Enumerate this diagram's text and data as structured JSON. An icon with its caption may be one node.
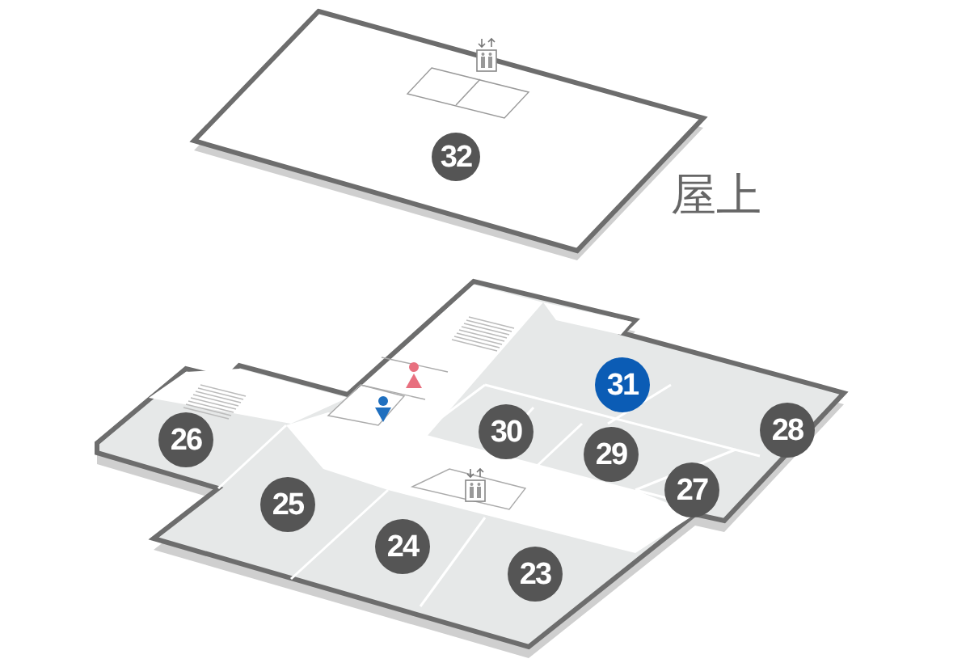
{
  "diagram": {
    "labels": [
      "32",
      "屋上",
      "31",
      "26",
      "30",
      "28",
      "29",
      "25",
      "27",
      "24",
      "23"
    ]
  }
}
